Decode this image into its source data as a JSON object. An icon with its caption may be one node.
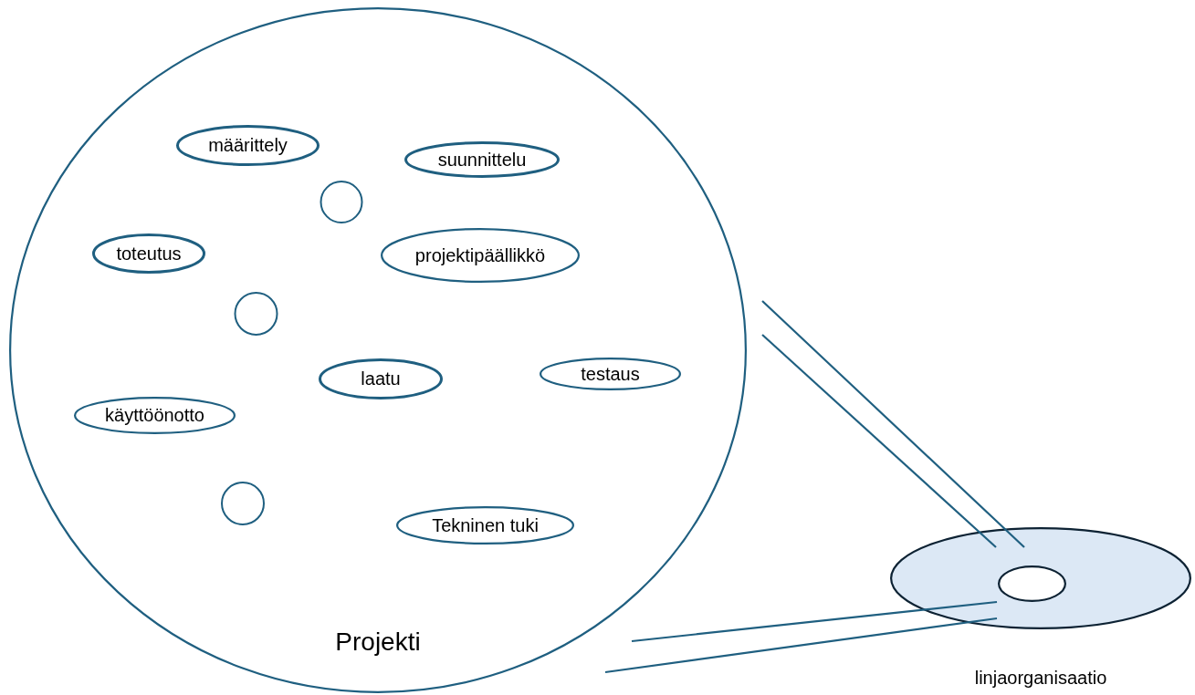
{
  "diagram": {
    "nodes": [
      {
        "text": [
          "Projekti"
        ]
      },
      {
        "text": [
          "määrittely"
        ],
        "in": 0
      },
      {
        "text": [
          "suunnittelu"
        ],
        "in": 0
      },
      {
        "text": [],
        "shape": "circle",
        "in": 0
      },
      {
        "text": [
          "toteutus"
        ],
        "in": 0
      },
      {
        "text": [
          "projektipäällikkö"
        ],
        "in": 0
      },
      {
        "text": [],
        "shape": "circle",
        "in": 0
      },
      {
        "text": [
          "laatu"
        ],
        "in": 0
      },
      {
        "text": [
          "testaus"
        ],
        "in": 0
      },
      {
        "text": [
          "käyttöönotto"
        ],
        "in": 0
      },
      {
        "text": [],
        "shape": "circle",
        "in": 0
      },
      {
        "text": [
          "Tekninen tuki"
        ],
        "in": 0
      },
      {
        "text": [
          "linjaorganisaatio"
        ]
      },
      {
        "text": [],
        "shape": "ellipse",
        "in": 12
      }
    ],
    "edges": []
  }
}
